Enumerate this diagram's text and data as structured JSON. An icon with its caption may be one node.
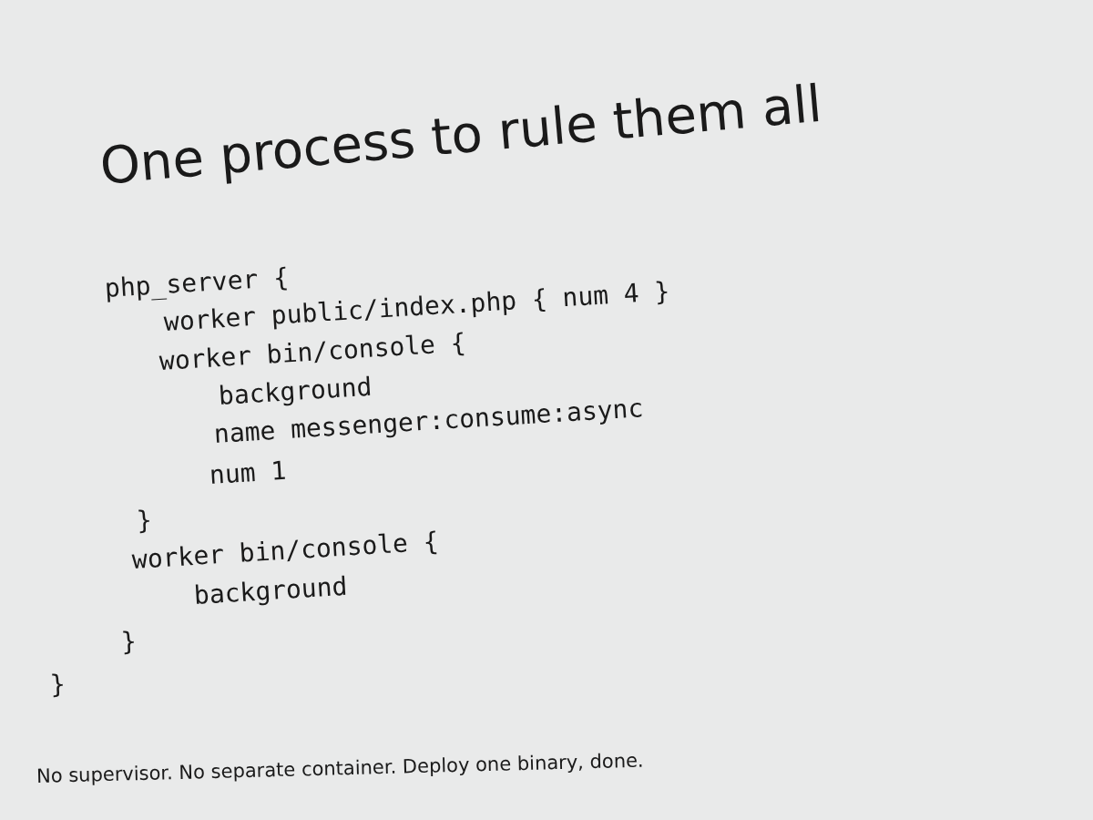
{
  "diagram": {
    "title": "One process to rule them all",
    "labels": [
      "php_server {",
      "worker public/index.php { num 4 }",
      "worker bin/console {",
      "background",
      "name messenger:consume:async",
      "num 1",
      "}",
      "worker bin/console {",
      "background",
      "}",
      "}",
      "No supervisor. No separate container. Deploy one binary, done."
    ]
  }
}
